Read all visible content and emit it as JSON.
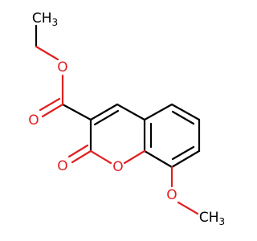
{
  "colors": {
    "bond": "#000000",
    "carbon_label": "#000000",
    "oxygen": "#e02020",
    "background": "#ffffff"
  },
  "atom_labels": {
    "ester_ether_oxygen": "O",
    "ester_carbonyl_oxygen": "O",
    "ethyl_methyl": "CH",
    "ethyl_methyl_subscript": "3",
    "lactone_carbonyl_oxygen": "O",
    "ring_oxygen": "O",
    "methoxy_oxygen": "O",
    "methoxy_methyl": "CH",
    "methoxy_methyl_subscript": "3"
  }
}
